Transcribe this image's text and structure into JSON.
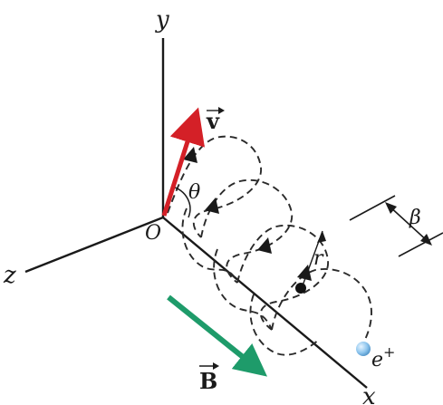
{
  "axes": {
    "x_label": "x",
    "y_label": "y",
    "z_label": "z",
    "origin_label": "O"
  },
  "vectors": {
    "velocity": {
      "label": "v",
      "color": "#d42027"
    },
    "field": {
      "label": "B",
      "color": "#1e9b6a"
    }
  },
  "annotations": {
    "angle": "θ",
    "pitch": "β",
    "radius": "r",
    "particle": "e",
    "particle_charge": "+"
  },
  "colors": {
    "axis": "#1a1a1a",
    "helix": "#2a2a2a",
    "particle": "#8fc6ee"
  }
}
